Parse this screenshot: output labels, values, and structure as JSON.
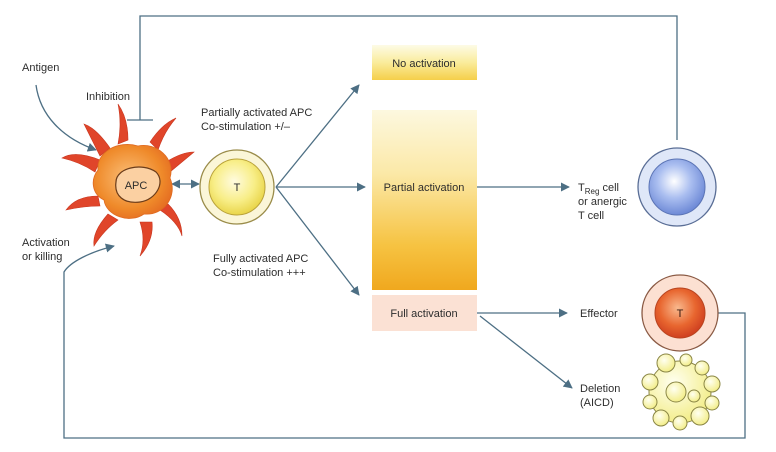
{
  "labels": {
    "antigen": "Antigen",
    "inhibition": "Inhibition",
    "activation_line1": "Activation",
    "activation_line2": "or killing",
    "apc": "APC",
    "t_cell": "T",
    "partial_apc_line1": "Partially activated APC",
    "partial_apc_line2": "Co-stimulation +/–",
    "full_apc_line1": "Fully activated APC",
    "full_apc_line2": "Co-stimulation +++",
    "no_activation": "No activation",
    "partial_activation": "Partial activation",
    "full_activation": "Full activation",
    "treg_T": "T",
    "treg_sub": "Reg",
    "treg_rest": " cell",
    "treg_line2": "or anergic",
    "treg_line3": "T cell",
    "effector": "Effector",
    "effector_t": "T",
    "deletion_line1": "Deletion",
    "deletion_line2": "(AICD)"
  },
  "colors": {
    "arrow": "#4d6f84",
    "apc_body": "#ef8a2a",
    "apc_tendrils": "#e0452a",
    "t_cell_fill": "#f7ea7a",
    "treg_cell_fill": "#8aa3e0",
    "effector_fill": "#e25a2e",
    "deleted_cell_fill": "#f4f08a",
    "gradient_top": "#fbf3c4",
    "gradient_bottom": "#f0a81e",
    "full_activation_box": "#fbe1d4"
  }
}
